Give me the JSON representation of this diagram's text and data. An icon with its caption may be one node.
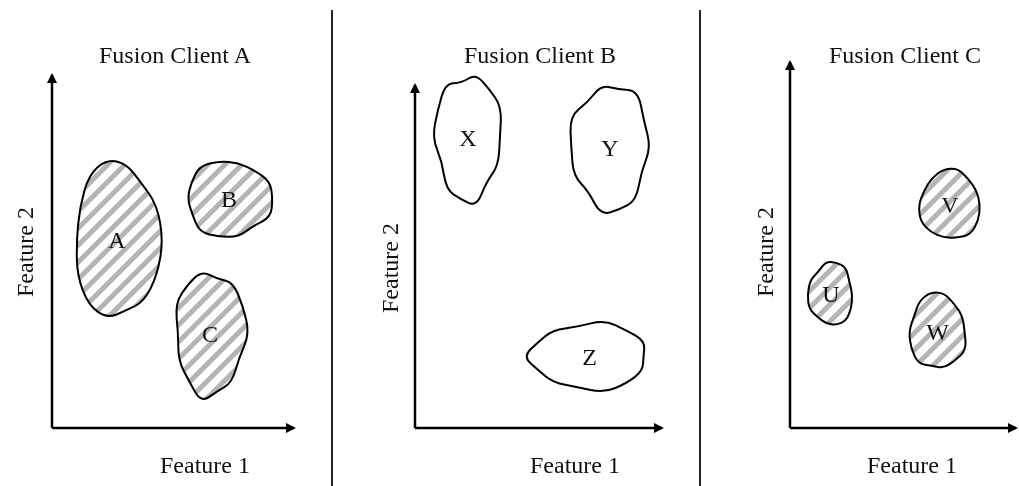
{
  "diagram": {
    "nodes": [
      {
        "text": [
          "A"
        ]
      },
      {
        "text": [
          "B"
        ]
      },
      {
        "text": [
          "C"
        ]
      },
      {
        "text": [
          "X"
        ]
      },
      {
        "text": [
          "Y"
        ]
      },
      {
        "text": [
          "Z"
        ]
      },
      {
        "text": [
          "U"
        ]
      },
      {
        "text": [
          "V"
        ]
      },
      {
        "text": [
          "W"
        ]
      }
    ],
    "edges": [],
    "labels": [
      "Fusion Client A",
      "Fusion Client B",
      "Fusion Client C",
      "Feature 2",
      "Feature 2",
      "Feature 2",
      "Feature 1",
      "Feature 1",
      "Feature 1"
    ]
  }
}
